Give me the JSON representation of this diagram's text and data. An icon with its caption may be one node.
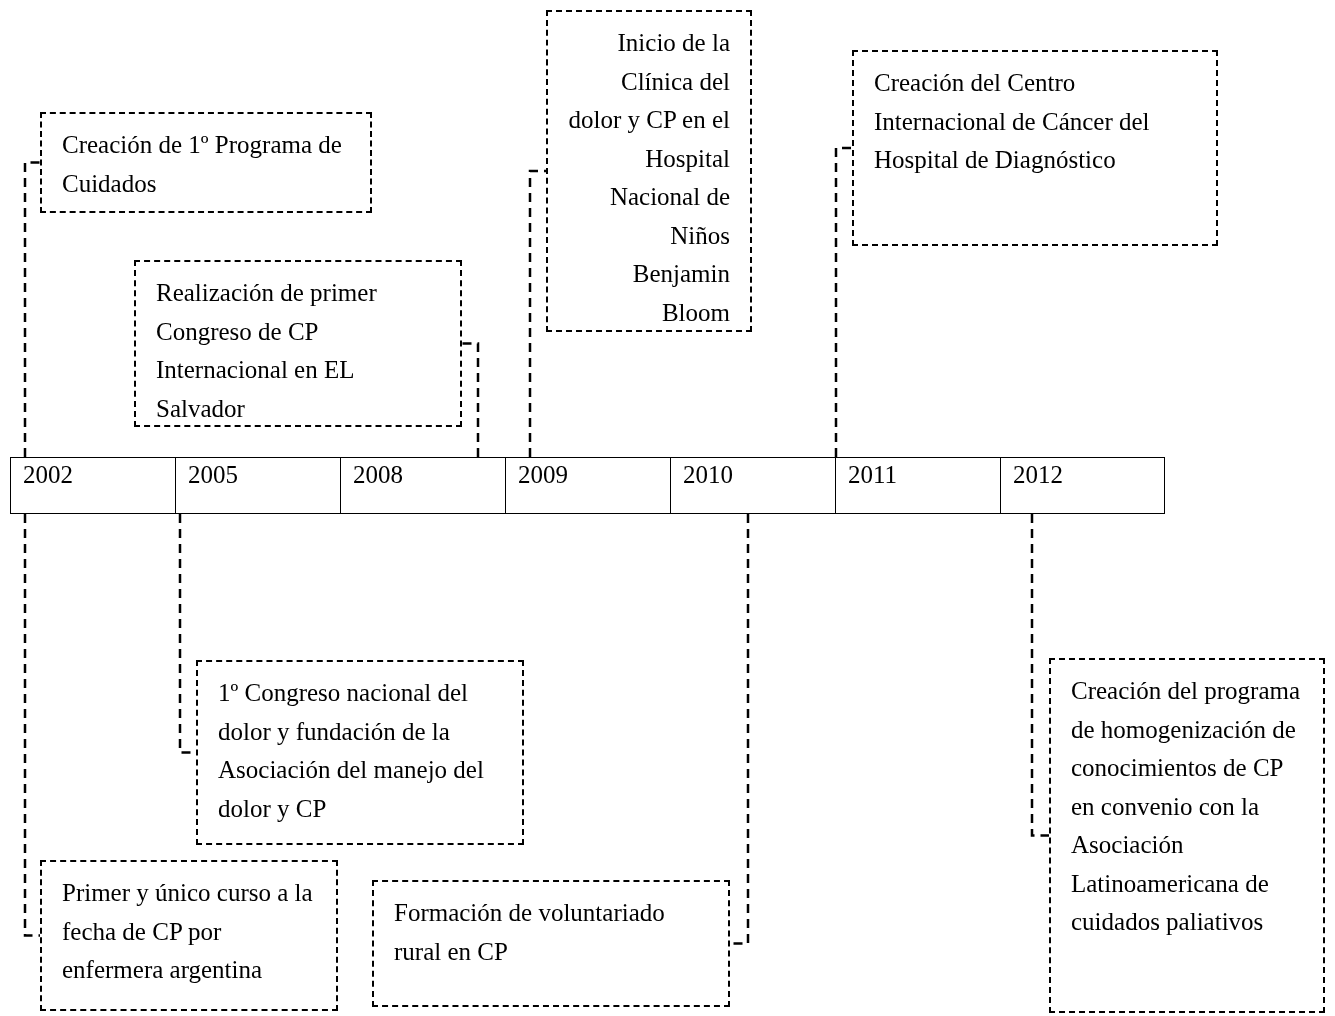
{
  "diagram": {
    "nodes": [
      {
        "text": [
          "Inicio de la Clínica del dolor y CP en el Hospital Nacional de Niños Benjamin Bloom"
        ]
      },
      {
        "text": [
          "Creación del Centro Internacional de Cáncer del Hospital de Diagnóstico"
        ]
      },
      {
        "text": [
          "Creación de 1º Programa de Cuidados"
        ]
      },
      {
        "text": [
          "Realización de primer Congreso de CP Internacional en EL Salvador"
        ]
      },
      {
        "text": [
          "2002"
        ]
      },
      {
        "text": [
          "2005"
        ]
      },
      {
        "text": [
          "2008"
        ]
      },
      {
        "text": [
          "2009"
        ]
      },
      {
        "text": [
          "2010"
        ]
      },
      {
        "text": [
          "2011"
        ]
      },
      {
        "text": [
          "2012"
        ]
      },
      {
        "text": [
          "1º Congreso nacional del dolor y fundación de la Asociación del manejo del dolor y CP"
        ]
      },
      {
        "text": [
          "Creación del programa de homogenización de conocimientos de CP en convenio con la Asociación Latinoamericana de cuidados paliativos"
        ]
      },
      {
        "text": [
          "Primer y único curso a la fecha de CP por enfermera argentina"
        ]
      },
      {
        "text": [
          "Formación de voluntariado rural en CP"
        ]
      }
    ],
    "edges": [
      {
        "from": 4,
        "to": 2,
        "arrow": "none",
        "style": "dashed"
      },
      {
        "from": 6,
        "to": 3,
        "arrow": "none",
        "style": "dashed"
      },
      {
        "from": 7,
        "to": 0,
        "arrow": "none",
        "style": "dashed"
      },
      {
        "from": 9,
        "to": 1,
        "arrow": "none",
        "style": "dashed"
      },
      {
        "from": 4,
        "to": 13,
        "arrow": "none",
        "style": "dashed"
      },
      {
        "from": 5,
        "to": 11,
        "arrow": "none",
        "style": "dashed"
      },
      {
        "from": 8,
        "to": 14,
        "arrow": "none",
        "style": "dashed"
      },
      {
        "from": 10,
        "to": 12,
        "arrow": "none",
        "style": "dashed"
      }
    ]
  }
}
